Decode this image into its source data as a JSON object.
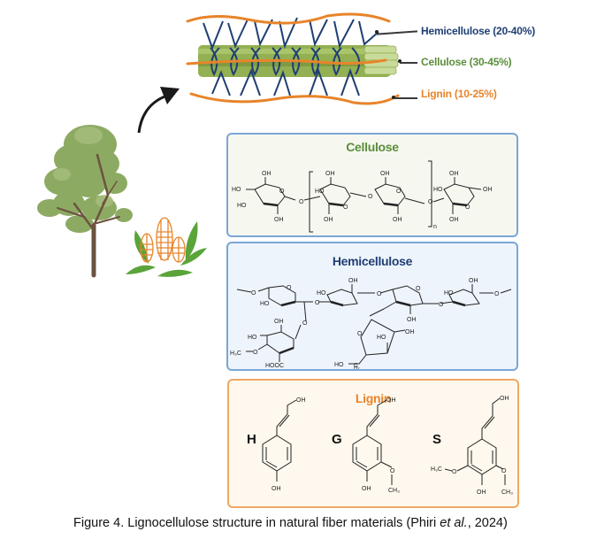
{
  "figure": {
    "caption": {
      "prefix": "Figure 4. Lignocellulose structure in natural fiber materials (Phiri ",
      "italic": "et al.",
      "suffix": ", 2024)"
    }
  },
  "colors": {
    "hemicellulose": "#1f3f73",
    "cellulose": "#5b8d3a",
    "lignin": "#e8842a",
    "cellulose_panel_bg": "#f6f8f0",
    "hemicellulose_panel_bg": "#eef4fb",
    "lignin_panel_bg": "#fef8ee",
    "panel_border_blue": "#7aa6d6",
    "panel_border_orange": "#f0a862"
  },
  "fibril_labels": [
    {
      "key": "hemicellulose",
      "text": "Hemicellulose (20-40%)"
    },
    {
      "key": "cellulose",
      "text": "Cellulose (30-45%)"
    },
    {
      "key": "lignin",
      "text": "Lignin (10-25%)"
    }
  ],
  "icons": {
    "source_arrow": "curved-arrow-icon",
    "tree": "tree-icon",
    "crops": "corn-wheat-icon",
    "fibril": "microfibril-illustration"
  },
  "panels": {
    "cellulose": {
      "title": "Cellulose",
      "atoms": {
        "oh": "OH",
        "ho": "HO",
        "o": "O",
        "n": "n"
      }
    },
    "hemicellulose": {
      "title": "Hemicellulose",
      "atoms": {
        "oh": "OH",
        "ho": "HO",
        "o": "O",
        "h3c": "H₃C",
        "hooc": "HOOC",
        "c": "C",
        "h2": "H₂"
      }
    },
    "lignin": {
      "title": "Lignin",
      "monomers": [
        {
          "letter": "H"
        },
        {
          "letter": "G"
        },
        {
          "letter": "S"
        }
      ],
      "atoms": {
        "oh": "OH",
        "o": "O",
        "ch3": "CH₃",
        "h3c": "H₃C"
      }
    }
  }
}
